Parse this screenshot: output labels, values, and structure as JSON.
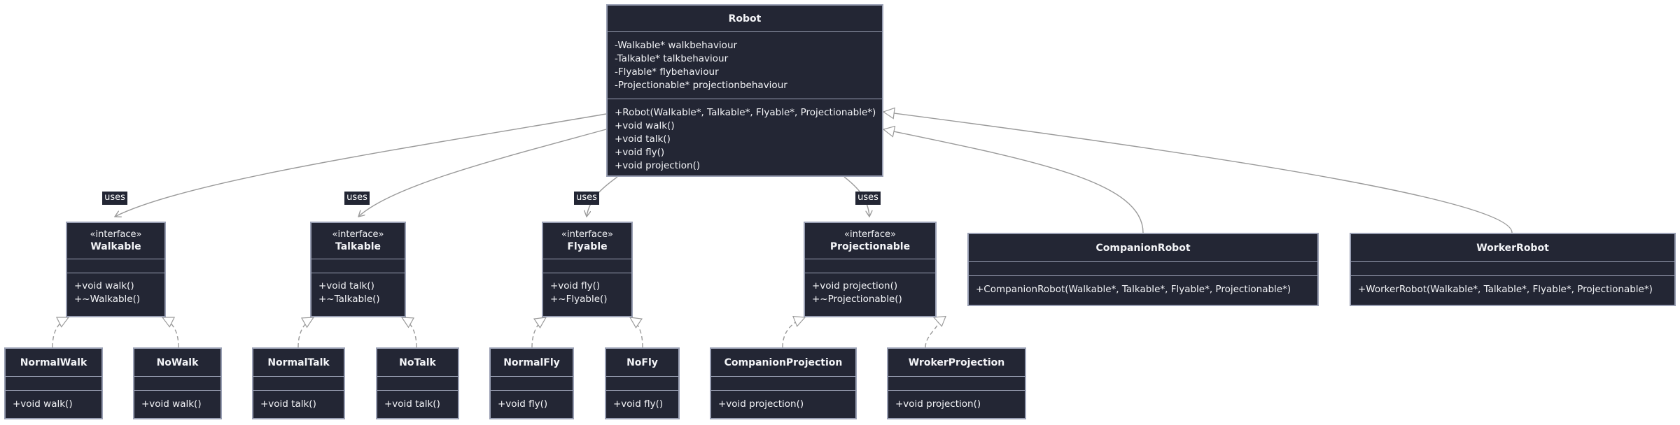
{
  "edge_label": "uses",
  "classes": {
    "robot": {
      "name": "Robot",
      "attributes": [
        "-Walkable* walkbehaviour",
        "-Talkable* talkbehaviour",
        "-Flyable* flybehaviour",
        "-Projectionable* projectionbehaviour"
      ],
      "methods": [
        "+Robot(Walkable*, Talkable*, Flyable*, Projectionable*)",
        "+void walk()",
        "+void talk()",
        "+void fly()",
        "+void projection()"
      ]
    },
    "walkable": {
      "stereotype": "«interface»",
      "name": "Walkable",
      "methods": [
        "+void walk()",
        "+~Walkable()"
      ]
    },
    "talkable": {
      "stereotype": "«interface»",
      "name": "Talkable",
      "methods": [
        "+void talk()",
        "+~Talkable()"
      ]
    },
    "flyable": {
      "stereotype": "«interface»",
      "name": "Flyable",
      "methods": [
        "+void fly()",
        "+~Flyable()"
      ]
    },
    "projectionable": {
      "stereotype": "«interface»",
      "name": "Projectionable",
      "methods": [
        "+void projection()",
        "+~Projectionable()"
      ]
    },
    "companionrobot": {
      "name": "CompanionRobot",
      "methods": [
        "+CompanionRobot(Walkable*, Talkable*, Flyable*, Projectionable*)"
      ]
    },
    "workerrobot": {
      "name": "WorkerRobot",
      "methods": [
        "+WorkerRobot(Walkable*, Talkable*, Flyable*, Projectionable*)"
      ]
    },
    "normalwalk": {
      "name": "NormalWalk",
      "methods": [
        "+void walk()"
      ]
    },
    "nowalk": {
      "name": "NoWalk",
      "methods": [
        "+void walk()"
      ]
    },
    "normaltalk": {
      "name": "NormalTalk",
      "methods": [
        "+void talk()"
      ]
    },
    "notalk": {
      "name": "NoTalk",
      "methods": [
        "+void talk()"
      ]
    },
    "normalfly": {
      "name": "NormalFly",
      "methods": [
        "+void fly()"
      ]
    },
    "nofly": {
      "name": "NoFly",
      "methods": [
        "+void fly()"
      ]
    },
    "companionprojection": {
      "name": "CompanionProjection",
      "methods": [
        "+void projection()"
      ]
    },
    "wrokerprojection": {
      "name": "WrokerProjection",
      "methods": [
        "+void projection()"
      ]
    }
  },
  "colors": {
    "box_fill": "#232634",
    "box_border": "#9aa0b4",
    "text": "#f3f4f7",
    "edge": "#9a9a9a",
    "background": "#ffffff"
  }
}
